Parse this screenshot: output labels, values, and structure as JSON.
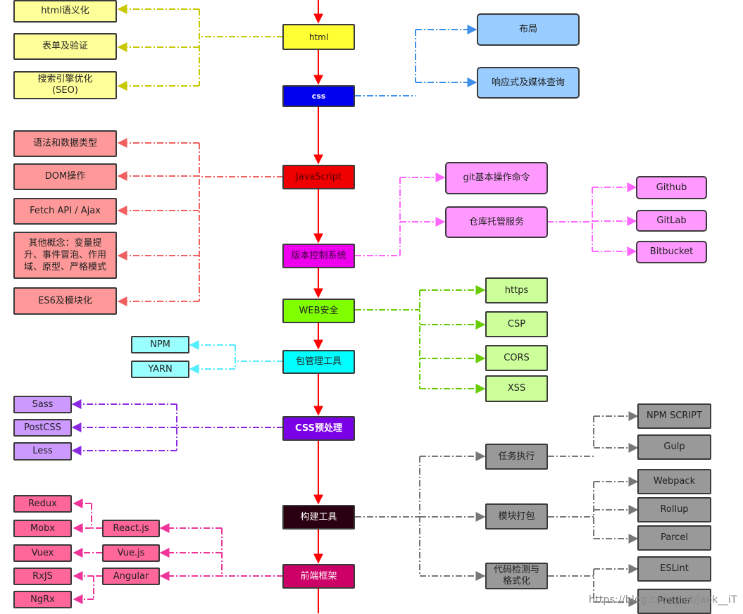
{
  "nodes": {
    "html": "html",
    "css": "css",
    "javascript": "JavaScript",
    "vcs": "版本控制系统",
    "web_security": "WEB安全",
    "package_tools": "包管理工具",
    "css_preprocess": "CSS预处理",
    "build_tools": "构建工具",
    "frontend_frameworks": "前端框架",
    "html_semantic": "html语义化",
    "forms": "表单及验证",
    "seo_line1": "搜索引擎优化",
    "seo_line2": "(SEO)",
    "layout": "布局",
    "responsive": "响应式及媒体查询",
    "syntax": "语法和数据类型",
    "dom": "DOM操作",
    "fetch": "Fetch API / Ajax",
    "other_line1": "其他概念：变量提",
    "other_line2": "升、事件冒泡、作用",
    "other_line3": "域、原型、严格模式",
    "es6": "ES6及模块化",
    "git_basic": "git基本操作命令",
    "repo_hosting": "仓库托管服务",
    "github": "Github",
    "gitlab": "GitLab",
    "bitbucket": "Bitbucket",
    "https": "https",
    "csp": "CSP",
    "cors": "CORS",
    "xss": "XSS",
    "npm": "NPM",
    "yarn": "YARN",
    "sass": "Sass",
    "postcss": "PostCSS",
    "less": "Less",
    "task_runner": "任务执行",
    "npm_script": "NPM SCRIPT",
    "gulp": "Gulp",
    "bundler": "模块打包",
    "webpack": "Webpack",
    "rollup": "Rollup",
    "parcel": "Parcel",
    "lint_line1": "代码检测与",
    "lint_line2": "格式化",
    "eslint": "ESLint",
    "prettier": "Prettier",
    "redux": "Redux",
    "mobx": "Mobx",
    "vuex": "Vuex",
    "rxjs": "RxJS",
    "ngrx": "NgRx",
    "react": "React.js",
    "vue": "Vue.js",
    "angular": "Angular"
  },
  "colors": {
    "trunk": "#ff0000",
    "yellow": "#c8c800",
    "blue": "#3d8fe8",
    "salmon": "#f06060",
    "magenta": "#ff66ff",
    "green": "#66cc00",
    "cyan": "#55eeff",
    "purple": "#8a2be2",
    "gray": "#777777",
    "pink": "#ee3399",
    "html_fill": "#ffff33",
    "css_fill": "#0000ee",
    "js_fill": "#ee0000",
    "vcs_fill": "#ee00ee",
    "web_fill": "#80ff00",
    "pkg_fill": "#00ffff",
    "pre_fill": "#7a00e6",
    "build_fill": "#2a0010",
    "fw_fill": "#cc0066"
  },
  "watermark": "https://blog.csdn.net/Jack__iT"
}
